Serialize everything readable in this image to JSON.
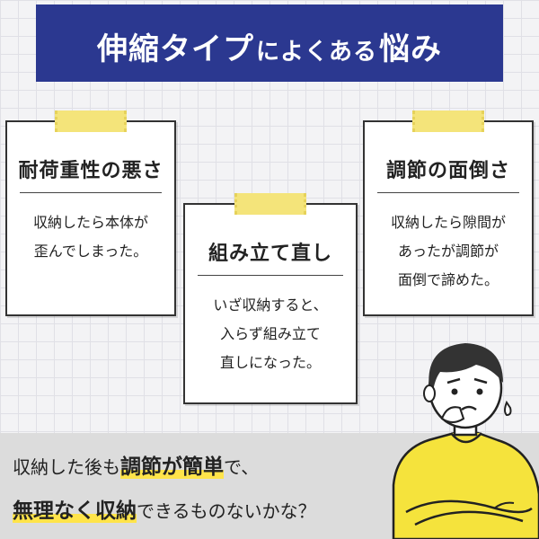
{
  "banner": {
    "part1": "伸縮タイプ",
    "part2": "によくある",
    "part3": "悩み"
  },
  "cards": [
    {
      "title": "耐荷重性の悪さ",
      "body": "収納したら本体が\n歪んでしまった。"
    },
    {
      "title": "組み立て直し",
      "body": "いざ収納すると、\n入らず組み立て\n直しになった。"
    },
    {
      "title": "調節の面倒さ",
      "body": "収納したら隙間が\nあったが調節が\n面倒で諦めた。"
    }
  ],
  "bottom": {
    "line1": {
      "t1": "収納した後も",
      "h1": "調節",
      "t2": "が",
      "h2": "簡単",
      "t3": "で、"
    },
    "line2": {
      "h1": "無理なく収納",
      "t1": "できるものないかな？"
    }
  },
  "colors": {
    "banner": "#2b3890",
    "tape": "#f4e47a",
    "highlight": "#ffe44a",
    "shirt": "#f5e33c",
    "bottom_band": "#dcdcdc"
  },
  "icons": [
    "troubled-person-illustration",
    "sweat-drop-icon"
  ]
}
